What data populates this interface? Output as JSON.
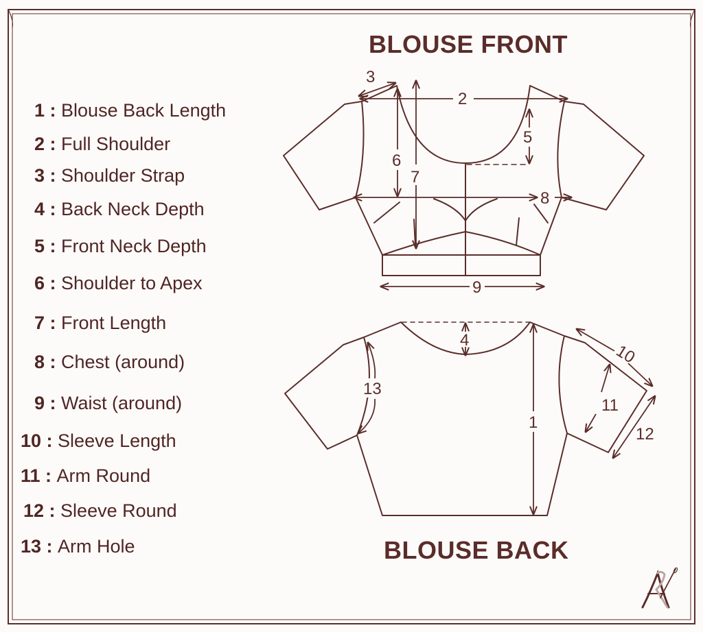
{
  "titles": {
    "front": "BLOUSE FRONT",
    "back": "BLOUSE BACK"
  },
  "legend": [
    {
      "num": "1",
      "label": "Blouse Back Length"
    },
    {
      "num": "2",
      "label": "Full Shoulder"
    },
    {
      "num": "3",
      "label": "Shoulder Strap"
    },
    {
      "num": "4",
      "label": "Back Neck Depth"
    },
    {
      "num": "5",
      "label": "Front Neck Depth"
    },
    {
      "num": "6",
      "label": "Shoulder to Apex"
    },
    {
      "num": "7",
      "label": "Front Length"
    },
    {
      "num": "8",
      "label": "Chest (around)"
    },
    {
      "num": "9",
      "label": "Waist (around)"
    },
    {
      "num": "10",
      "label": "Sleeve Length"
    },
    {
      "num": "11",
      "label": "Arm Round"
    },
    {
      "num": "12",
      "label": "Sleeve Round"
    },
    {
      "num": "13",
      "label": "Arm Hole"
    }
  ],
  "separator": " : ",
  "markers": {
    "m1": "1",
    "m2": "2",
    "m3": "3",
    "m4": "4",
    "m5": "5",
    "m6": "6",
    "m7": "7",
    "m8": "8",
    "m9": "9",
    "m10": "10",
    "m11": "11",
    "m12": "12",
    "m13": "13"
  },
  "colors": {
    "ink": "#5a2d2a",
    "background": "#fdfbf9",
    "logo_accent": "#b9a9a6"
  },
  "logo": {
    "icon": "needle-monogram-logo"
  }
}
